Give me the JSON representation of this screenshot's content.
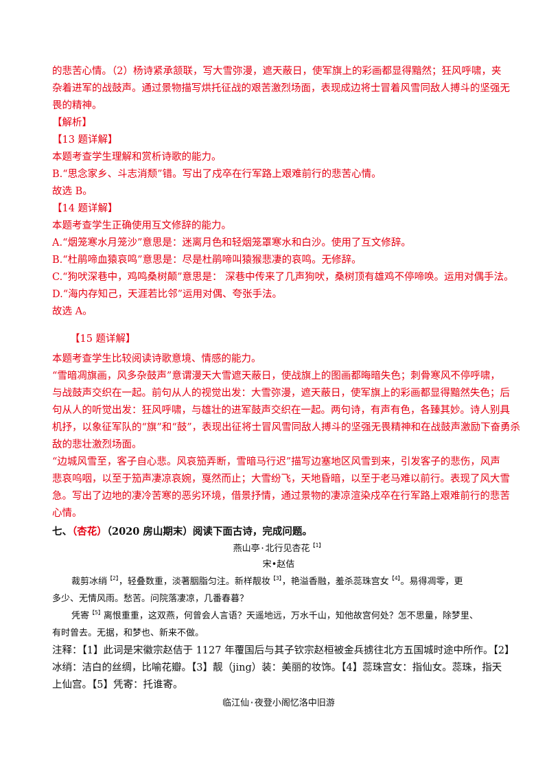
{
  "answer_top": [
    "的悲苦心情。（2）杨诗紧承颔联，写大雪弥漫，遮天蔽日，使军旗上的彩画都显得黯然；狂风呼啸，夹",
    "杂着进军的战鼓声。通过景物描写烘托征战的艰苦激烈场面，表现成边将士冒着风雪同敌人搏斗的坚强无",
    "畏的精神。"
  ],
  "jiexi_label": "【解析】",
  "q13": {
    "title": "【13 题详解】",
    "lines": [
      "本题考查学生理解和赏析诗歌的能力。",
      "B.“思念家乡、斗志消颓”错。写出了戍卒在行军路上艰难前行的悲苦心情。",
      "故选 B。"
    ]
  },
  "q14": {
    "title": "【14 题详解】",
    "lines": [
      "本题考查学生正确使用互文修辞的能力。",
      "A.“烟笼寒水月笼沙”意思是：迷离月色和轻烟笼罩寒水和白沙。使用了互文修辞。",
      "B.“杜鹃啼血猿哀鸣”意思是：尽是杜鹃啼叫猿猴悲凄的哀鸣。无修辞。",
      "C.“狗吠深巷中，鸡鸣桑树颠”意思是： 深巷中传来了几声狗吠，桑树顶有雄鸡不停啼唤。运用对偶手法。",
      "D.“海内存知己，天涯若比邻”运用对偶、夸张手法。",
      "故选 A。"
    ]
  },
  "q15": {
    "title": "【15 题详解】",
    "lines": [
      "本题考查学生比较阅读诗歌意境、情感的能力。",
      "“雪暗凋旗画，风多杂鼓声”意谓漫天大雪遮天蔽日，使战旗上的图画都晦暗失色；刺骨寒风不停呼啸，",
      "与战鼓声交织在一起。前句从人的视觉出发：大雪弥漫，遮天蔽日，使军旗上的彩画都显得黯然失色；后",
      "句从人的听觉出发：狂风呼啸，与雄壮的进军鼓声交织在一起。两句诗，有声有色，各臻其妙。诗人别具",
      "机抒，以象征军队的“旗”和“鼓”，表现出征将士冒风雪同敌人搏斗的坚强无畏精神和在战鼓声激励下奋勇杀",
      "敌的悲壮激烈场面。",
      "“边城风雪至，客子自心悲。风哀笳弄断，雪暗马行迟”描写边塞地区风雪到来，引发客子的悲伤，风声",
      "悲哀呜咽，以至于笳声凄凉哀婉，戛然而止；大雪纷飞，天地昏暗，以至于老马难以前行。表现了风大雪",
      "急。写出了边地的凄冷苦寒的恶劣环境，借景抒情，通过景物的凄凉渲染戍卒在行军路上艰难前行的悲苦",
      "心情。"
    ]
  },
  "section7": {
    "num": "七、",
    "tag": "（杏花）",
    "rest": "（2020 房山期末）阅读下面古诗，完成问题。"
  },
  "poem1": {
    "title": "燕山亭·北行见杏花",
    "title_note": "【1】",
    "author": "宋•赵佶",
    "s1_l1_a": "裁剪冰绡",
    "s1_l1_n": "【2】",
    "s1_l1_b": "，轻叠数重，淡著胭脂匀注。新样靓妆",
    "s1_l1_n2": "【3】",
    "s1_l1_c": "，艳溢香融，羞杀蕊珠宫女",
    "s1_l1_n3": "【4】",
    "s1_l1_d": "。易得凋零，更",
    "s1_l2": "多少、无情风雨。愁苦。问院落凄凉，几番春暮？",
    "s2_l1_a": "凭寄",
    "s2_l1_n": "【5】",
    "s2_l1_b": "离恨重重，这双燕，何曾会人言语？天遥地远，万水千山，知他故宫何处？怎不思量，除梦里、",
    "s2_l2": "有时曾去。无据，和梦也、新来不做。"
  },
  "notes": [
    "注释：【1】此词是宋徽宗赵佶于 1127 年覆国后与其子钦宗赵桓被金兵掳往北方五国城时途中所作。【2】",
    "冰绡：洁白的丝绸，比喻花瓣。【3】靓（jing）装：美丽的妆饰。【4】蕊珠宫女：指仙女。蕊珠，指天",
    "上仙宫。【5】凭寄：托谁寄。"
  ],
  "poem2_title": "临江仙·夜登小阁忆洛中旧游"
}
